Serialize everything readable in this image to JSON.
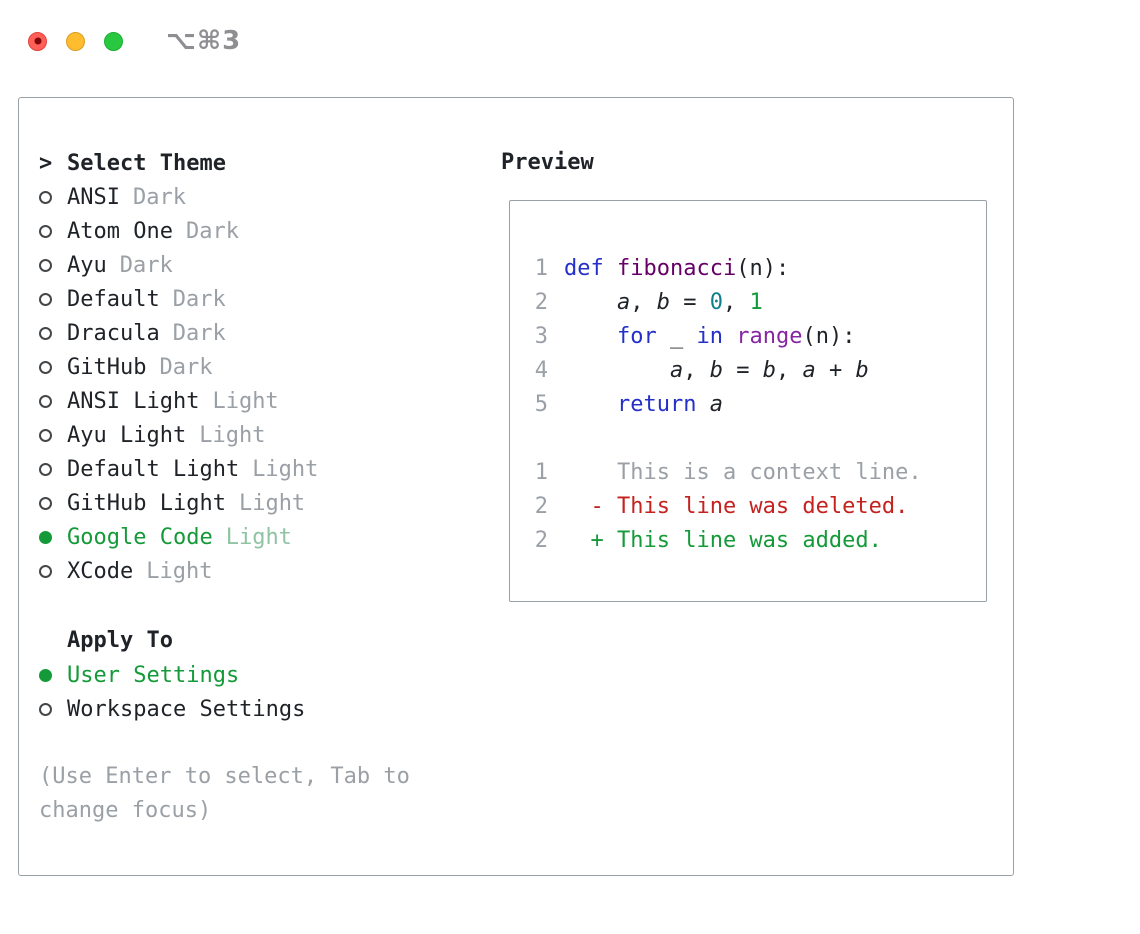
{
  "window": {
    "title": "⌥⌘3"
  },
  "selector": {
    "prompt": ">",
    "header": "Select Theme",
    "items": [
      {
        "name": "ANSI",
        "tag": "Dark",
        "selected": false
      },
      {
        "name": "Atom One",
        "tag": "Dark",
        "selected": false
      },
      {
        "name": "Ayu",
        "tag": "Dark",
        "selected": false
      },
      {
        "name": "Default",
        "tag": "Dark",
        "selected": false
      },
      {
        "name": "Dracula",
        "tag": "Dark",
        "selected": false
      },
      {
        "name": "GitHub",
        "tag": "Dark",
        "selected": false
      },
      {
        "name": "ANSI Light",
        "tag": "Light",
        "selected": false
      },
      {
        "name": "Ayu Light",
        "tag": "Light",
        "selected": false
      },
      {
        "name": "Default Light",
        "tag": "Light",
        "selected": false
      },
      {
        "name": "GitHub Light",
        "tag": "Light",
        "selected": false
      },
      {
        "name": "Google Code",
        "tag": "Light",
        "selected": true
      },
      {
        "name": "XCode",
        "tag": "Light",
        "selected": false
      }
    ],
    "apply_to": {
      "header": "Apply To",
      "options": [
        {
          "label": "User Settings",
          "selected": true
        },
        {
          "label": "Workspace Settings",
          "selected": false
        }
      ]
    },
    "hint_lines": [
      "(Use Enter to select, Tab to",
      "change focus)"
    ]
  },
  "preview": {
    "header": "Preview",
    "code_lines": [
      {
        "num": "1",
        "tokens": [
          [
            "def",
            "kw"
          ],
          [
            " ",
            "plain"
          ],
          [
            "fibonacci",
            "fn"
          ],
          [
            "(n):",
            "plain"
          ]
        ]
      },
      {
        "num": "2",
        "tokens": [
          [
            "    ",
            "plain"
          ],
          [
            "a",
            "var"
          ],
          [
            ", ",
            "plain"
          ],
          [
            "b",
            "var"
          ],
          [
            " = ",
            "plain"
          ],
          [
            "0",
            "num-teal"
          ],
          [
            ", ",
            "plain"
          ],
          [
            "1",
            "num-green"
          ]
        ]
      },
      {
        "num": "3",
        "tokens": [
          [
            "    ",
            "plain"
          ],
          [
            "for",
            "kw"
          ],
          [
            " _ ",
            "plain"
          ],
          [
            "in",
            "kw"
          ],
          [
            " ",
            "plain"
          ],
          [
            "range",
            "type"
          ],
          [
            "(n):",
            "plain"
          ]
        ]
      },
      {
        "num": "4",
        "tokens": [
          [
            "        ",
            "plain"
          ],
          [
            "a",
            "var"
          ],
          [
            ", ",
            "plain"
          ],
          [
            "b",
            "var"
          ],
          [
            " = ",
            "plain"
          ],
          [
            "b",
            "var"
          ],
          [
            ", ",
            "plain"
          ],
          [
            "a",
            "var"
          ],
          [
            " + ",
            "plain"
          ],
          [
            "b",
            "var"
          ]
        ]
      },
      {
        "num": "5",
        "tokens": [
          [
            "    ",
            "plain"
          ],
          [
            "return",
            "kw"
          ],
          [
            " ",
            "plain"
          ],
          [
            "a",
            "var"
          ]
        ]
      }
    ],
    "diff_lines": [
      {
        "num": "1",
        "text": "    This is a context line.",
        "type": "context"
      },
      {
        "num": "2",
        "text": "  - This line was deleted.",
        "type": "deleted"
      },
      {
        "num": "2",
        "text": "  + This line was added.",
        "type": "added"
      }
    ]
  },
  "colors": {
    "text": "#1f2328",
    "gray": "#9aa0a6",
    "green": "#149a38",
    "red": "#c5221f",
    "kw": "#2430c8",
    "fn": "#660066",
    "type": "#8626a3",
    "num_teal": "#0f7f8c",
    "num_green": "#149a38",
    "border": "#98a0a8",
    "title_gray": "#8e8e93"
  }
}
